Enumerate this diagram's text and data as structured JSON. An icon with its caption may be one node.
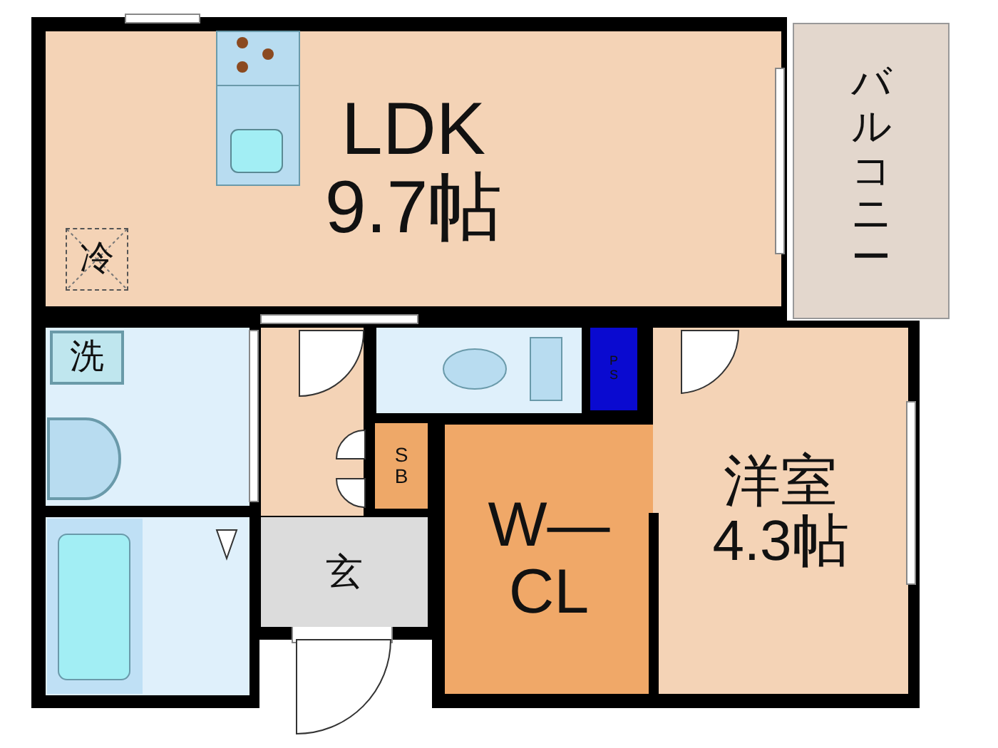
{
  "diagram": {
    "nodes": [
      {
        "text": [
          "LDK",
          "9.7帖"
        ]
      },
      {
        "text": [
          "冷"
        ],
        "in": 0
      },
      {
        "text": [
          "バルコニー"
        ]
      },
      {
        "text": [],
        "shape": "box"
      },
      {
        "text": [
          "洗"
        ],
        "in": 3
      },
      {
        "text": [],
        "shape": "box"
      },
      {
        "text": [],
        "shape": "box"
      },
      {
        "text": [
          "PS"
        ]
      },
      {
        "text": [
          "SB"
        ]
      },
      {
        "text": [
          "洋室",
          "4.3帖"
        ]
      },
      {
        "text": [],
        "shape": "box"
      },
      {
        "text": [
          "玄"
        ]
      },
      {
        "text": [
          "W—",
          "CL"
        ]
      }
    ]
  }
}
